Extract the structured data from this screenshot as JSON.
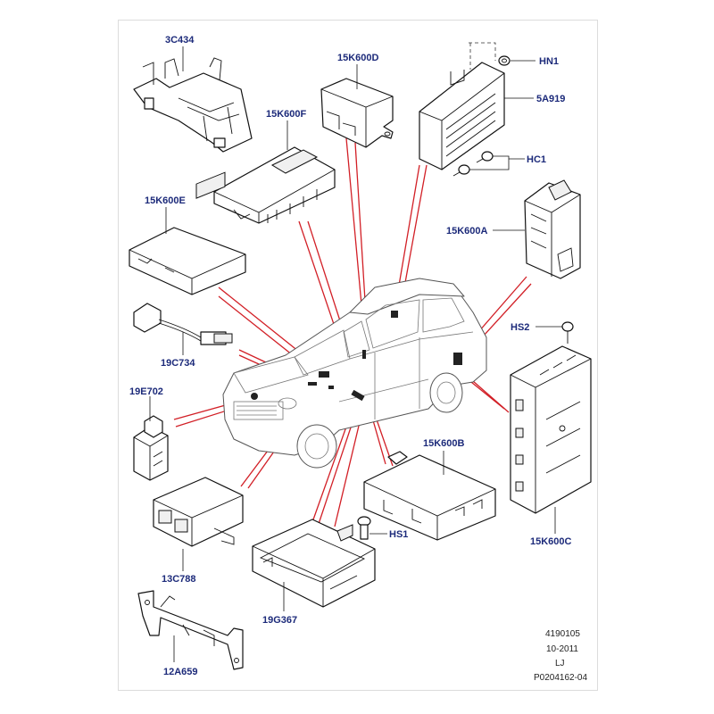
{
  "diagram": {
    "part_labels": {
      "p3c434": "3C434",
      "p15k600d": "15K600D",
      "hn1": "HN1",
      "p5a919": "5A919",
      "p15k600f": "15K600F",
      "hc1": "HC1",
      "p15k600e": "15K600E",
      "p15k600a": "15K600A",
      "p19c734": "19C734",
      "hs2": "HS2",
      "p19e702": "19E702",
      "p15k600b": "15K600B",
      "hs1": "HS1",
      "p15k600c": "15K600C",
      "p13c788": "13C788",
      "p19g367": "19G367",
      "p12a659": "12A659"
    },
    "footer": {
      "drawing_number": "4190105",
      "date": "10-2011",
      "initials": "LJ",
      "page_ref": "P0204162-04"
    },
    "colors": {
      "label": "#1c2a7a",
      "callout_line": "#d21f26",
      "outline": "#111111"
    }
  }
}
